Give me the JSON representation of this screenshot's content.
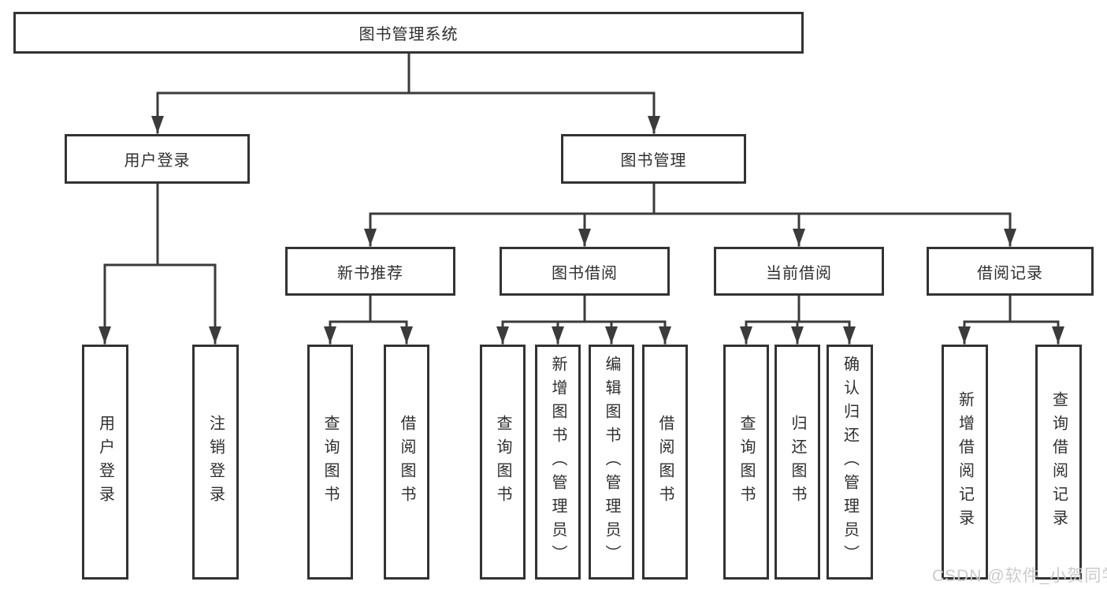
{
  "meta": {
    "background": "#ffffff",
    "line_color": "#3b3b3b",
    "box_border_color": "#333333",
    "text_color": "#2f2f2f",
    "watermark_color": "#cbcbcb"
  },
  "watermark": {
    "text": "CSDN @软件_小贺同学"
  },
  "tree": {
    "root": {
      "label": "图书管理系统",
      "children": [
        {
          "label": "用户登录",
          "children": [
            {
              "label": "用户登录"
            },
            {
              "label": "注销登录"
            }
          ]
        },
        {
          "label": "图书管理",
          "children": [
            {
              "label": "新书推荐",
              "children": [
                {
                  "label": "查询图书"
                },
                {
                  "label": "借阅图书"
                }
              ]
            },
            {
              "label": "图书借阅",
              "children": [
                {
                  "label": "查询图书"
                },
                {
                  "label": "新增图书（管理员）"
                },
                {
                  "label": "编辑图书（管理员）"
                },
                {
                  "label": "借阅图书"
                }
              ]
            },
            {
              "label": "当前借阅",
              "children": [
                {
                  "label": "查询图书"
                },
                {
                  "label": "归还图书"
                },
                {
                  "label": "确认归还（管理员）"
                }
              ]
            },
            {
              "label": "借阅记录",
              "children": [
                {
                  "label": "新增借阅记录"
                },
                {
                  "label": "查询借阅记录"
                }
              ]
            }
          ]
        }
      ]
    }
  }
}
